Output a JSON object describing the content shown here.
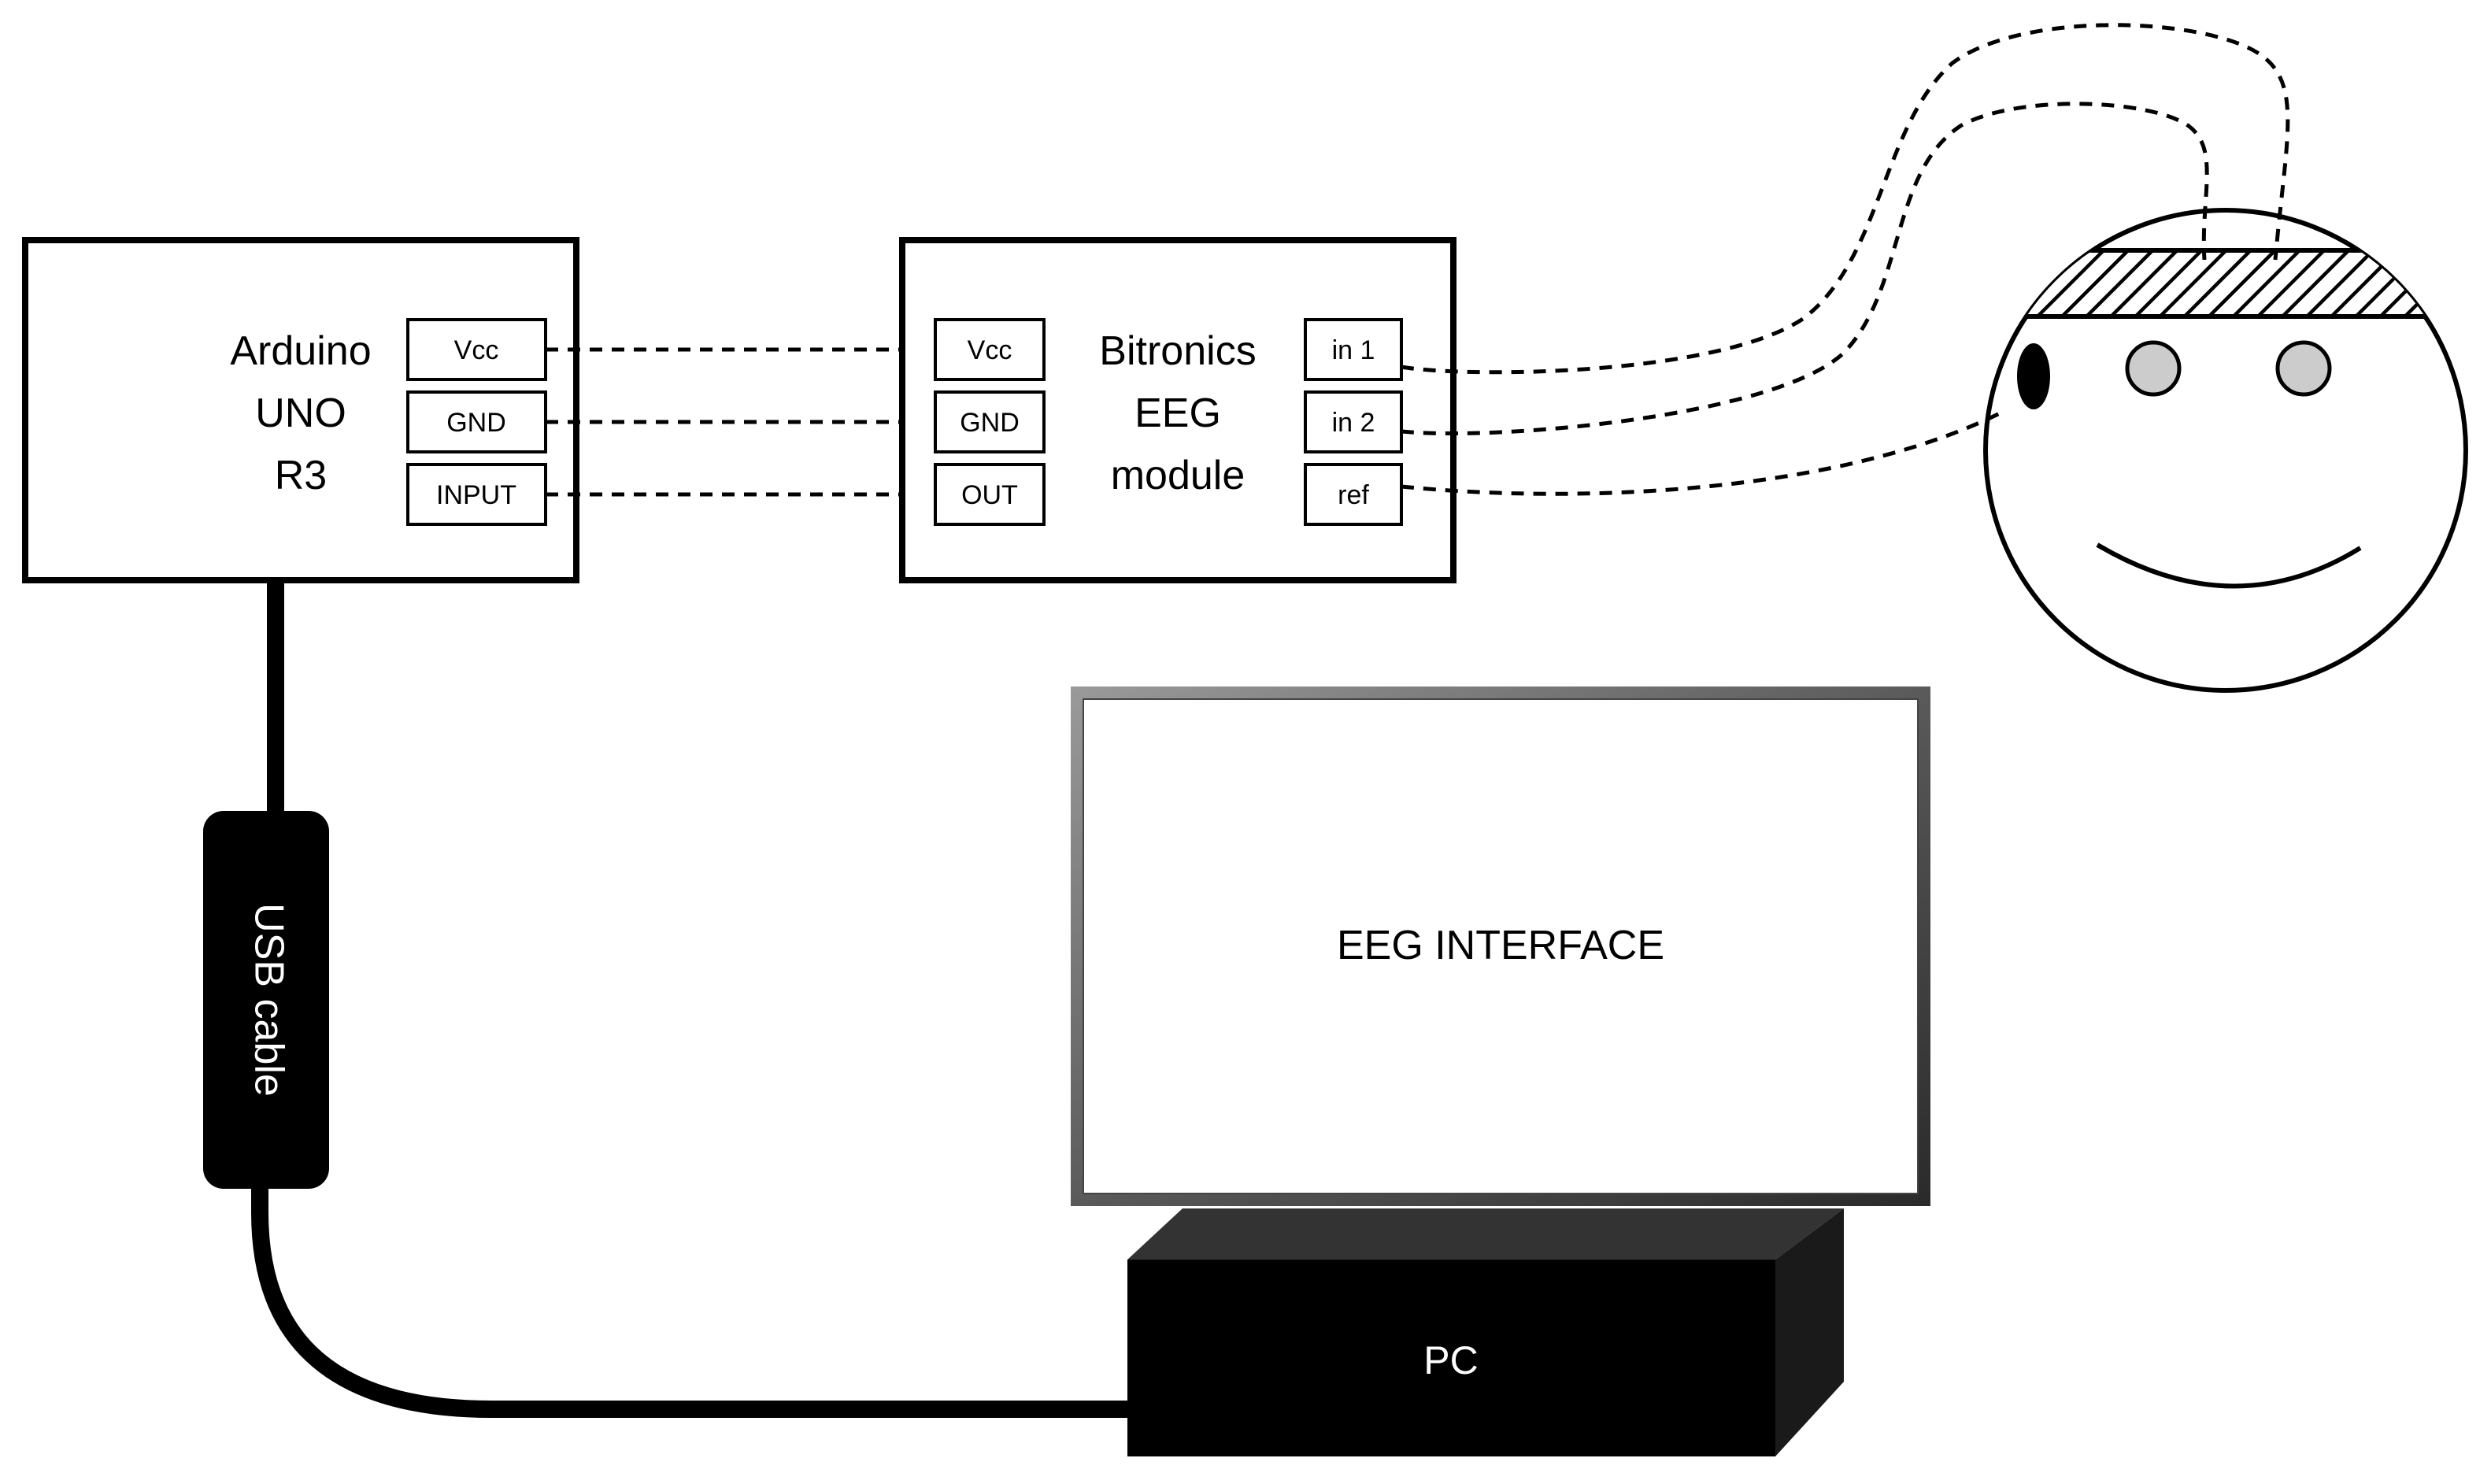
{
  "arduino": {
    "title_lines": [
      "Arduino",
      "UNO",
      "R3"
    ],
    "pins": [
      "Vcc",
      "GND",
      "INPUT"
    ]
  },
  "eeg_module": {
    "title_lines": [
      "Bitronics",
      "EEG",
      "module"
    ],
    "left_pins": [
      "Vcc",
      "GND",
      "OUT"
    ],
    "right_pins": [
      "in 1",
      "in 2",
      "ref"
    ]
  },
  "usb_cable": {
    "label": "USB cable"
  },
  "monitor": {
    "label": "EEG INTERFACE"
  },
  "pc": {
    "label": "PC"
  },
  "colors": {
    "line": "#000000",
    "background": "#ffffff",
    "electrode_fill": "#cccccc",
    "device_fill": "#000000"
  }
}
